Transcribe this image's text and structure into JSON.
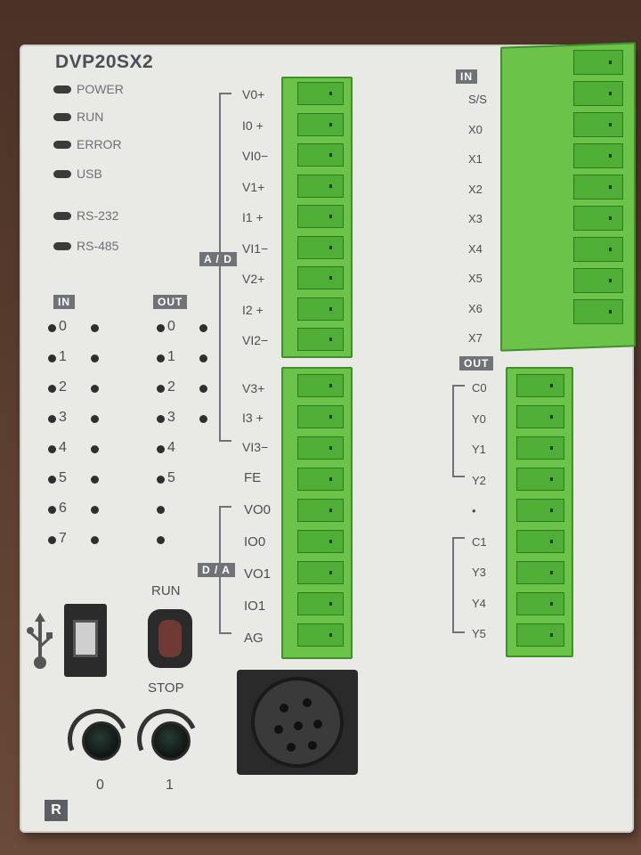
{
  "device": {
    "model": "DVP20SX2",
    "mark": "R"
  },
  "status_leds": [
    "POWER",
    "RUN",
    "ERROR",
    "USB",
    "RS-232",
    "RS-485"
  ],
  "tags": {
    "in_left": "IN",
    "out_left": "OUT",
    "ad": "A / D",
    "da": "D / A",
    "in_right": "IN",
    "out_right": "OUT"
  },
  "inputs": [
    "0",
    "1",
    "2",
    "3",
    "4",
    "5",
    "6",
    "7"
  ],
  "outputs": [
    "0",
    "1",
    "2",
    "3",
    "4",
    "5"
  ],
  "ad_terminals": [
    "V0+",
    "I0 +",
    "VI0−",
    "V1+",
    "I1 +",
    "VI1−",
    "V2+",
    "I2 +",
    "VI2−",
    "V3+",
    "I3 +",
    "VI3−"
  ],
  "lower_terminals": [
    "FE",
    "VO0",
    "IO0",
    "VO1",
    "IO1",
    "AG"
  ],
  "in_terminals": [
    "S/S",
    "X0",
    "X1",
    "X2",
    "X3",
    "X4",
    "X5",
    "X6",
    "X7"
  ],
  "out_terminals": [
    "C0",
    "Y0",
    "Y1",
    "Y2",
    "•",
    "C1",
    "Y3",
    "Y4",
    "Y5"
  ],
  "switch": {
    "run_label": "RUN",
    "stop_label": "STOP"
  },
  "potentiometers": [
    "0",
    "1"
  ],
  "colors": {
    "terminal_green": "#6cc34a",
    "panel": "#e9e9e5",
    "label_gray": "#4b4f55"
  }
}
